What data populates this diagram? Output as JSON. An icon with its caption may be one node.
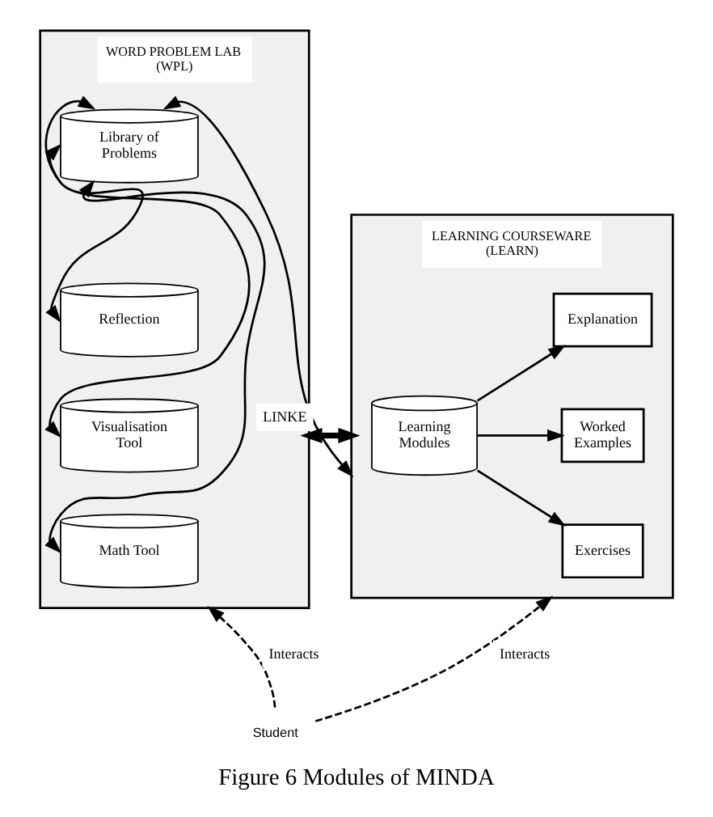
{
  "diagram": {
    "caption": "Figure 6 Modules of MINDA",
    "nodes": [
      {
        "text": [
          "WORD PROBLEM LAB (WPL)"
        ]
      },
      {
        "text": [
          "Library of Problems"
        ],
        "in": 0
      },
      {
        "text": [
          "Reflection"
        ],
        "in": 0
      },
      {
        "text": [
          "Visualisation Tool"
        ],
        "in": 0
      },
      {
        "text": [
          "Math Tool"
        ],
        "in": 0
      },
      {
        "text": [
          "LEARNING COURSEWARE (LEARN)"
        ]
      },
      {
        "text": [
          "Learning Modules"
        ],
        "in": 5
      },
      {
        "text": [
          "Explanation"
        ],
        "in": 5
      },
      {
        "text": [
          "Worked Examples"
        ],
        "in": 5
      },
      {
        "text": [
          "Exercises"
        ],
        "in": 5
      },
      {
        "text": [
          "Student"
        ]
      }
    ],
    "edges": [
      {
        "from": 1,
        "to": 3,
        "arrow": "both"
      },
      {
        "from": 1,
        "to": 2,
        "arrow": "both"
      },
      {
        "from": 1,
        "to": 4,
        "arrow": "both"
      },
      {
        "from": 1,
        "to": 5,
        "arrow": "both"
      },
      {
        "from": 0,
        "to": 5,
        "arrow": "both",
        "label": "LINKE",
        "style": "thick"
      },
      {
        "from": 6,
        "to": 7,
        "arrow": "to"
      },
      {
        "from": 6,
        "to": 8,
        "arrow": "to"
      },
      {
        "from": 6,
        "to": 9,
        "arrow": "to"
      },
      {
        "from": 10,
        "to": 0,
        "arrow": "to",
        "label": "Interacts",
        "style": "dashed"
      },
      {
        "from": 10,
        "to": 5,
        "arrow": "to",
        "label": "Interacts",
        "style": "dashed"
      }
    ]
  }
}
